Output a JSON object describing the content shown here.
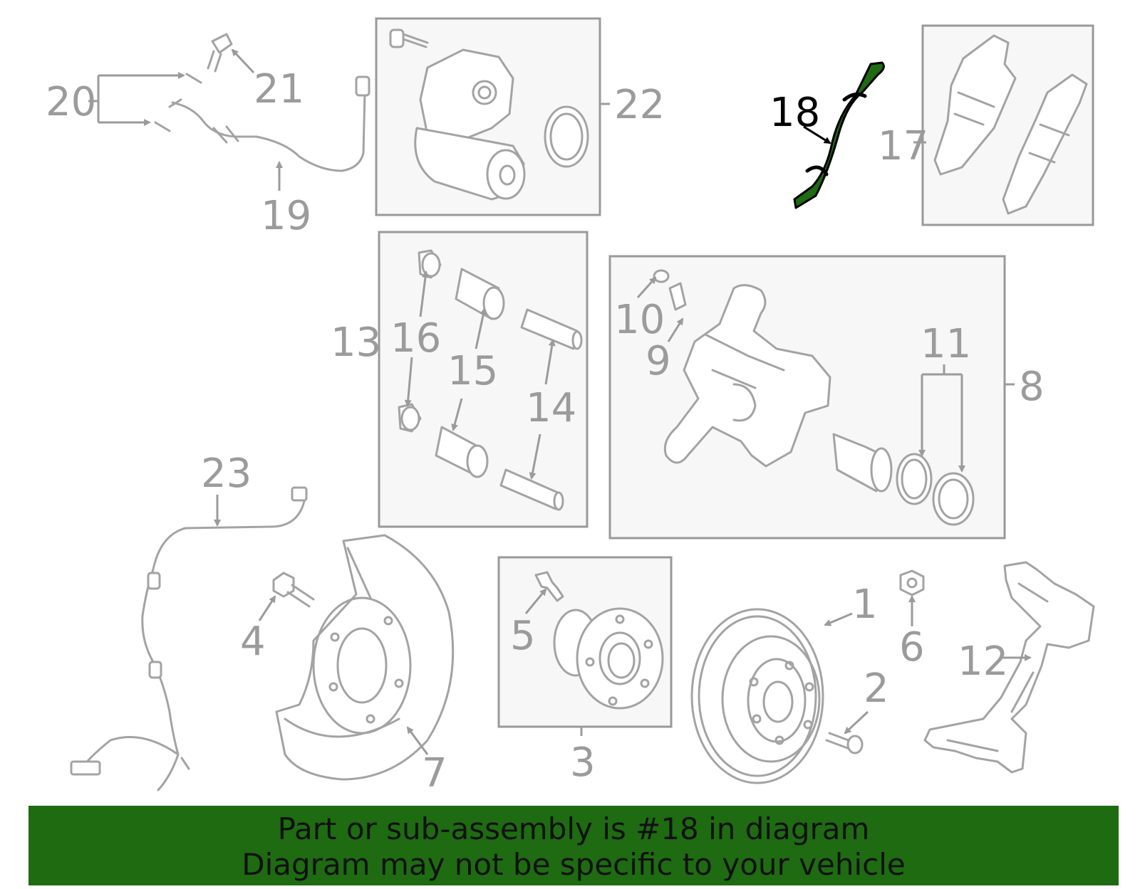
{
  "callouts": {
    "c1": "1",
    "c2": "2",
    "c3": "3",
    "c4": "4",
    "c5": "5",
    "c6": "6",
    "c7": "7",
    "c8": "8",
    "c9": "9",
    "c10": "10",
    "c11": "11",
    "c12": "12",
    "c13": "13",
    "c14": "14",
    "c15": "15",
    "c16": "16",
    "c17": "17",
    "c18": "18",
    "c19": "19",
    "c20": "20",
    "c21": "21",
    "c22": "22",
    "c23": "23"
  },
  "highlight": {
    "part": "18",
    "color": "#1e6b12",
    "label_color": "#000000"
  },
  "banner": {
    "line1": "Part or sub-assembly is #18 in diagram",
    "line2": "Diagram may not be specific to your vehicle",
    "background": "#1e6b12"
  }
}
